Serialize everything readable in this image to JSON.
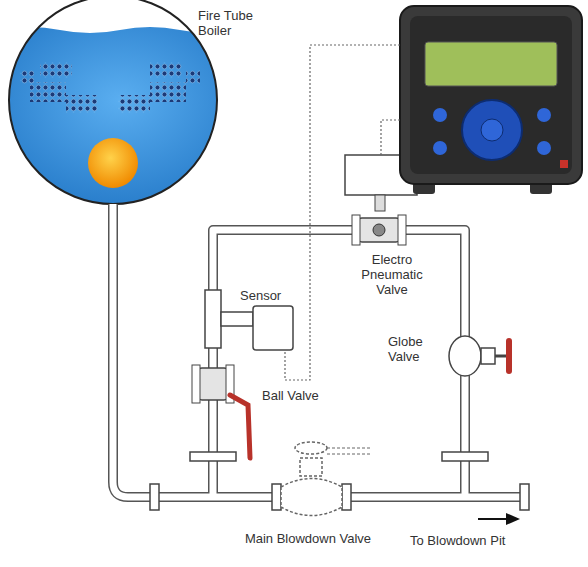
{
  "diagram": {
    "labels": [
      "Fire Tube Boiler",
      "Electro Pneumatic Valve",
      "Sensor",
      "Globe Valve",
      "Ball Valve",
      "Main Blowdown Valve",
      "To Blowdown Pit"
    ]
  }
}
